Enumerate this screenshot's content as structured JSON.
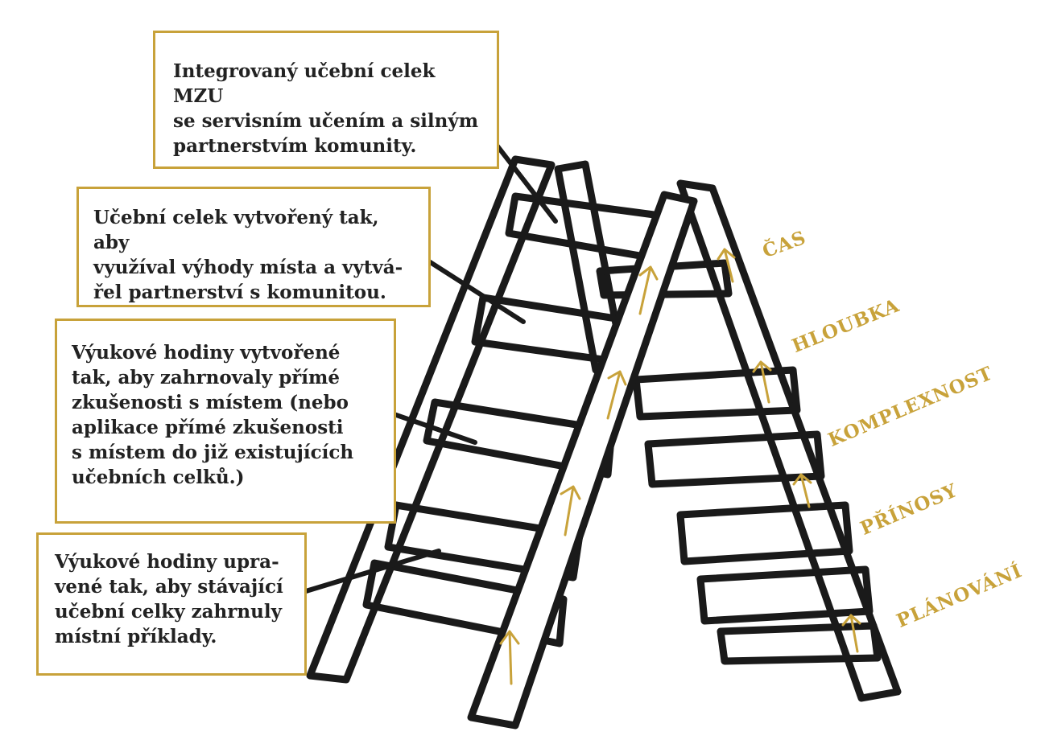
{
  "boxes": [
    {
      "lines": [
        "Integrovaný učební celek MZU",
        "se servisním učením a silným",
        "partnerstvím komunity."
      ]
    },
    {
      "lines": [
        "Učební celek vytvořený tak, aby",
        "využíval výhody místa a vytvá-",
        "řel partnerství s komunitou."
      ]
    },
    {
      "lines": [
        "Výukové hodiny vytvořené",
        "tak, aby zahrnovaly přímé",
        "zkušenosti s místem (nebo",
        "aplikace přímé zkušenosti",
        "s místem do již existujících",
        "učebních celků.)"
      ]
    },
    {
      "lines": [
        "Výukové hodiny upra-",
        "vené tak, aby stávající",
        "učební celky zahrnuly",
        "místní příklady."
      ]
    }
  ],
  "dimensions": [
    "ČAS",
    "HLOUBKA",
    "KOMPLEXNOST",
    "PŘÍNOSY",
    "PLÁNOVÁNÍ"
  ],
  "colors": {
    "accent": "#c8a23a",
    "ink": "#1a1a1a"
  }
}
